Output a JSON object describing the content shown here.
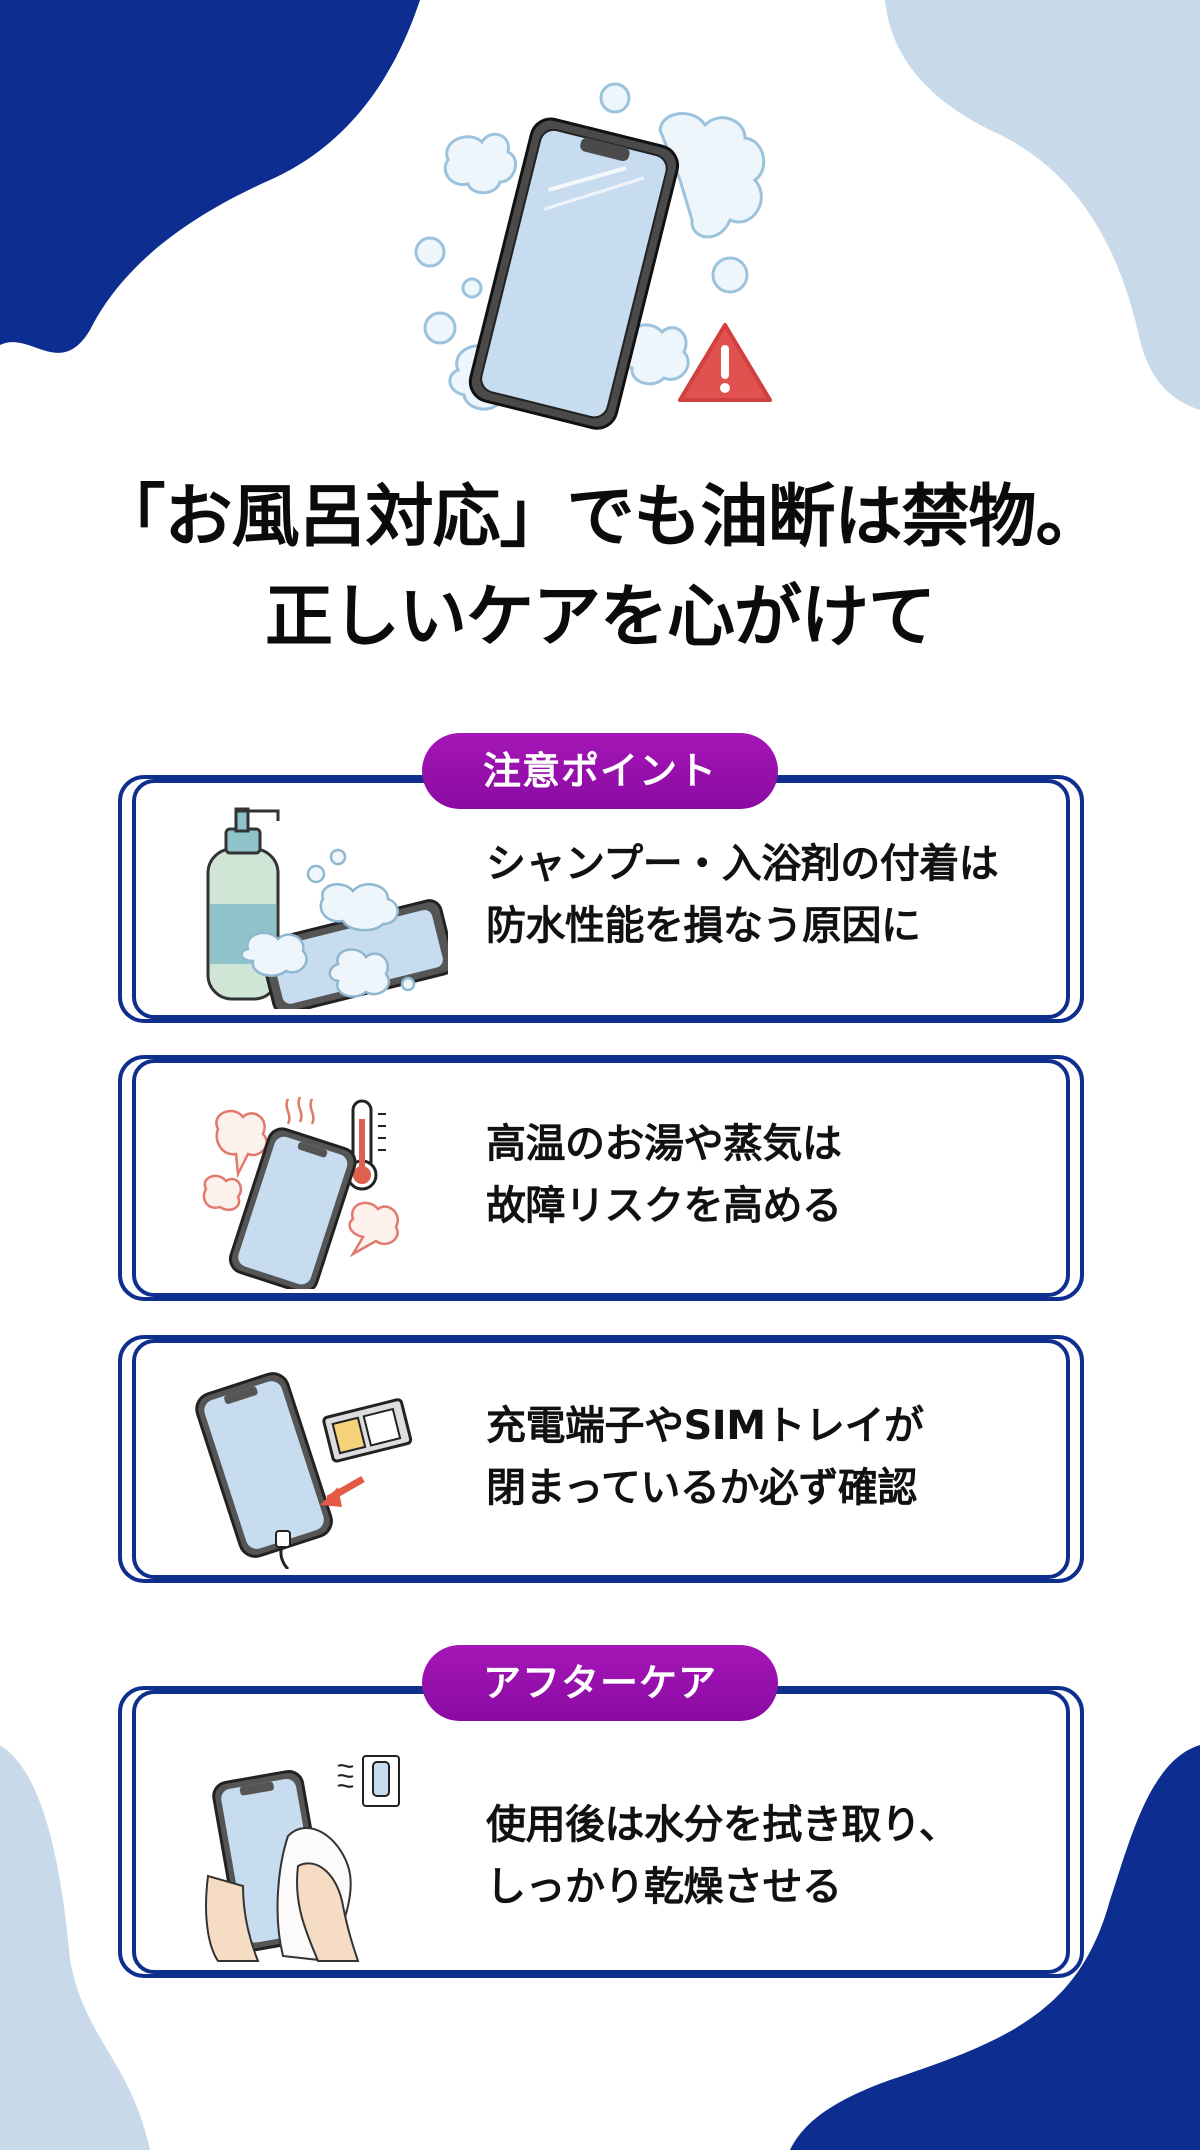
{
  "colors": {
    "navy": "#0f2f8f",
    "light_blue": "#c8daea",
    "pill_purple": "#9c12b0",
    "warning_red": "#e05150",
    "text": "#111111"
  },
  "header": {
    "title_line1": "「お風呂対応」でも油断は禁物。",
    "title_line2": "正しいケアを心がけて",
    "hero_icons": [
      "phone-icon",
      "soap-bubbles-icon",
      "warning-triangle-icon"
    ]
  },
  "sections": [
    {
      "label": "注意ポイント",
      "items": [
        {
          "icon": "shampoo-phone-foam-icon",
          "line1": "シャンプー・入浴剤の付着は",
          "line2": "防水性能を損なう原因に"
        },
        {
          "icon": "hot-phone-thermometer-icon",
          "line1": "高温のお湯や蒸気は",
          "line2": "故障リスクを高める"
        },
        {
          "icon": "phone-sim-tray-icon",
          "line1": "充電端子やSIMトレイが",
          "line2": "閉まっているか必ず確認"
        }
      ]
    },
    {
      "label": "アフターケア",
      "items": [
        {
          "icon": "wipe-phone-towel-icon",
          "line1": "使用後は水分を拭き取り、",
          "line2": "しっかり乾燥させる"
        }
      ]
    }
  ]
}
